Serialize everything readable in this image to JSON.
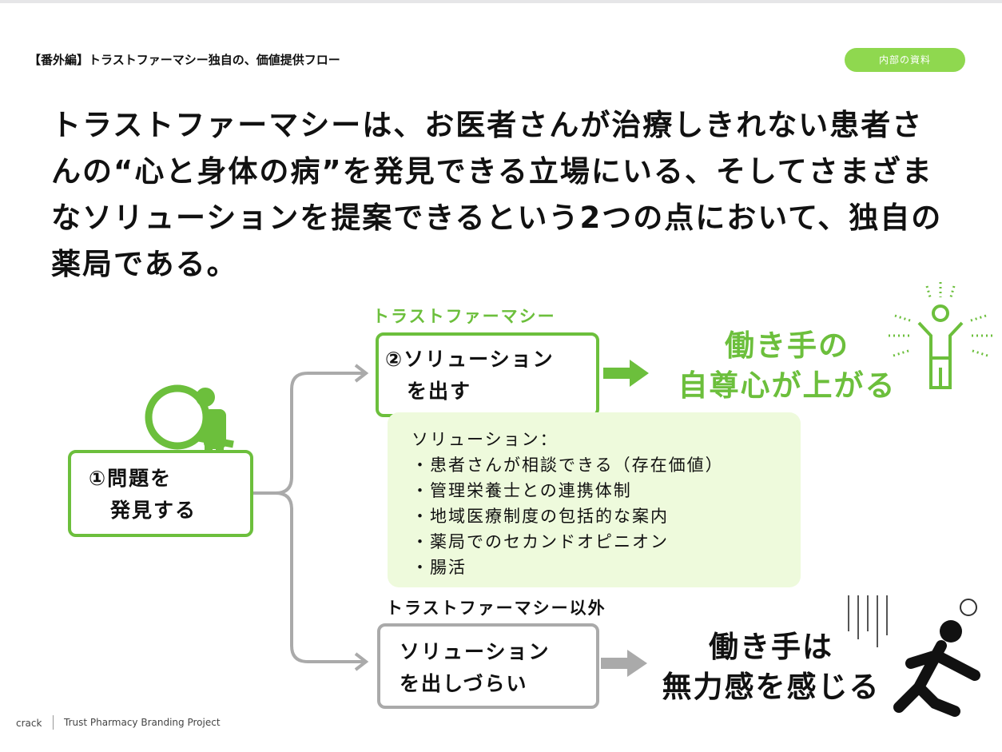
{
  "header": {
    "title": "【番外編】トラストファーマシー独自の、価値提供フロー",
    "badge": "内部の資料"
  },
  "lead": "トラストファーマシーは、お医者さんが治療しきれない患者さんの“心と身体の病”を発見できる立場にいる、そしてさまざまなソリューションを提案できるという2つの点において、独自の薬局である。",
  "flow": {
    "step1": [
      "①問題を",
      "　発見する"
    ],
    "trust_label": "トラストファーマシー",
    "step2": [
      "②ソリューション",
      "　を出す"
    ],
    "result_good": [
      "働き手の",
      "自尊心が上がる"
    ],
    "solutions_title": "ソリューション：",
    "solutions": [
      "・患者さんが相談できる（存在価値）",
      "・管理栄養士との連携体制",
      "・地域医療制度の包括的な案内",
      "・薬局でのセカンドオピニオン",
      "・腸活"
    ],
    "other_label": "トラストファーマシー以外",
    "step_other": [
      "ソリューション",
      "を出しづらい"
    ],
    "result_bad": [
      "働き手は",
      "無力感を感じる"
    ]
  },
  "footer": {
    "brand": "crack",
    "project": "Trust Pharmacy Branding Project"
  },
  "colors": {
    "green": "#6cbf3c",
    "badge": "#8fd84f",
    "light": "#eefadc",
    "gray": "#aaaaaa"
  }
}
